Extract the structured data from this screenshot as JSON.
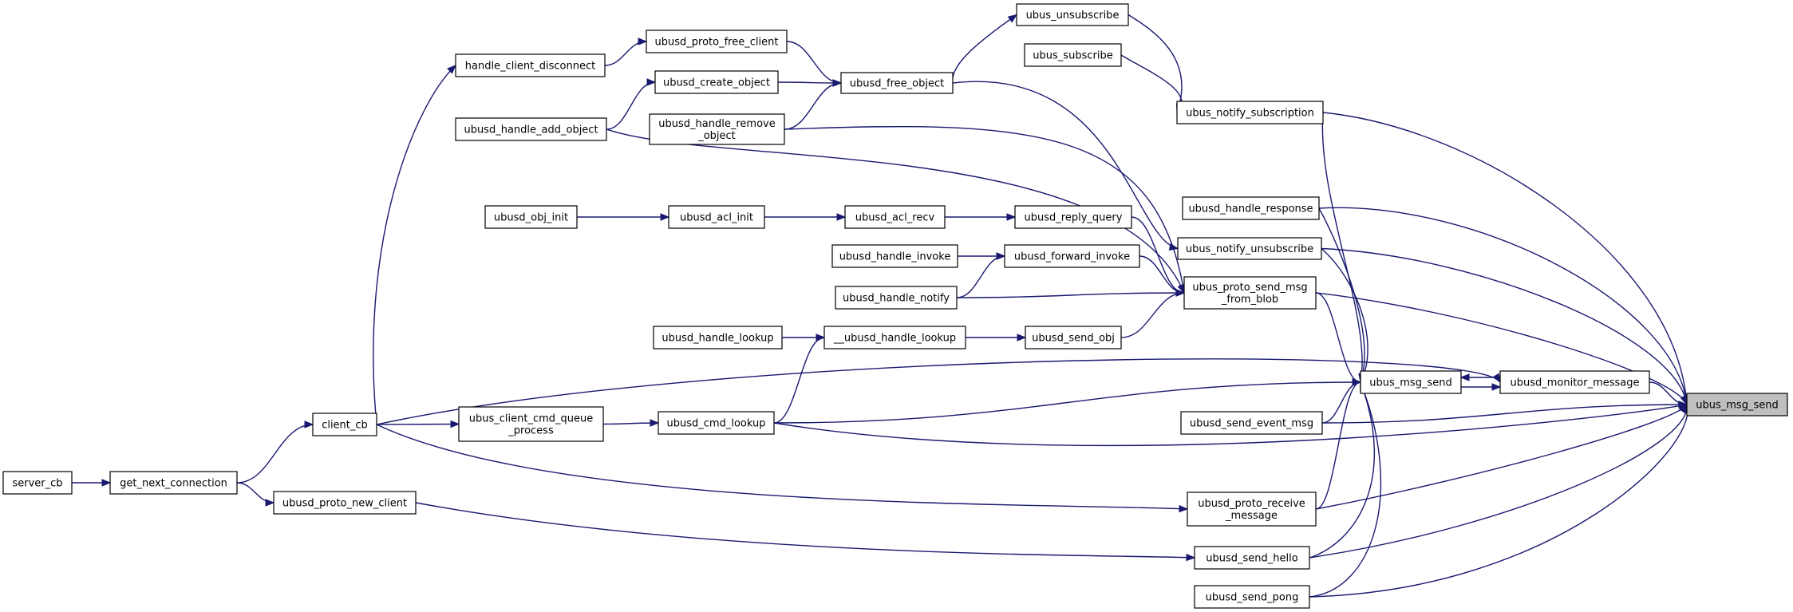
{
  "graph": {
    "direction": "callers-of",
    "edge_color": "#191970",
    "root_fill": "#bfbfbf",
    "nodes": [
      {
        "id": "ubus_msg_send",
        "label": "ubus_msg_send",
        "root": true
      },
      {
        "id": "ubus_unsubscribe",
        "label": "ubus_unsubscribe"
      },
      {
        "id": "ubus_subscribe",
        "label": "ubus_subscribe"
      },
      {
        "id": "ubus_notify_subscription",
        "label": "ubus_notify_subscription"
      },
      {
        "id": "ubusd_proto_free_client",
        "label": "ubusd_proto_free_client"
      },
      {
        "id": "handle_client_disconnect",
        "label": "handle_client_disconnect"
      },
      {
        "id": "ubusd_create_object",
        "label": "ubusd_create_object"
      },
      {
        "id": "ubusd_free_object",
        "label": "ubusd_free_object"
      },
      {
        "id": "ubusd_handle_add_object",
        "label": "ubusd_handle_add_object"
      },
      {
        "id": "ubusd_handle_remove_object",
        "label": "ubusd_handle_remove\n_object"
      },
      {
        "id": "ubusd_obj_init",
        "label": "ubusd_obj_init"
      },
      {
        "id": "ubusd_acl_init",
        "label": "ubusd_acl_init"
      },
      {
        "id": "ubusd_acl_recv",
        "label": "ubusd_acl_recv"
      },
      {
        "id": "ubusd_reply_query",
        "label": "ubusd_reply_query"
      },
      {
        "id": "ubusd_handle_response",
        "label": "ubusd_handle_response"
      },
      {
        "id": "ubus_notify_unsubscribe",
        "label": "ubus_notify_unsubscribe"
      },
      {
        "id": "ubusd_handle_invoke",
        "label": "ubusd_handle_invoke"
      },
      {
        "id": "ubusd_forward_invoke",
        "label": "ubusd_forward_invoke"
      },
      {
        "id": "ubusd_handle_notify",
        "label": "ubusd_handle_notify"
      },
      {
        "id": "ubus_proto_send_msg_from_blob",
        "label": "ubus_proto_send_msg\n_from_blob"
      },
      {
        "id": "ubusd_handle_lookup",
        "label": "ubusd_handle_lookup"
      },
      {
        "id": "__ubusd_handle_lookup",
        "label": "__ubusd_handle_lookup"
      },
      {
        "id": "ubusd_send_obj",
        "label": "ubusd_send_obj"
      },
      {
        "id": "client_cb",
        "label": "client_cb"
      },
      {
        "id": "ubus_msg_send_mid",
        "label": "ubus_msg_send"
      },
      {
        "id": "ubusd_monitor_message",
        "label": "ubusd_monitor_message"
      },
      {
        "id": "ubus_client_cmd_queue_process",
        "label": "ubus_client_cmd_queue\n_process"
      },
      {
        "id": "ubusd_cmd_lookup",
        "label": "ubusd_cmd_lookup"
      },
      {
        "id": "ubusd_send_event_msg",
        "label": "ubusd_send_event_msg"
      },
      {
        "id": "server_cb",
        "label": "server_cb"
      },
      {
        "id": "get_next_connection",
        "label": "get_next_connection"
      },
      {
        "id": "ubusd_proto_new_client",
        "label": "ubusd_proto_new_client"
      },
      {
        "id": "ubusd_proto_receive_message",
        "label": "ubusd_proto_receive\n_message"
      },
      {
        "id": "ubusd_send_hello",
        "label": "ubusd_send_hello"
      },
      {
        "id": "ubusd_send_pong",
        "label": "ubusd_send_pong"
      }
    ],
    "edges": [
      {
        "from": "ubus_notify_subscription",
        "to": "ubus_msg_send"
      },
      {
        "from": "ubusd_handle_response",
        "to": "ubus_msg_send"
      },
      {
        "from": "ubus_notify_unsubscribe",
        "to": "ubus_msg_send"
      },
      {
        "from": "ubus_proto_send_msg_from_blob",
        "to": "ubus_msg_send"
      },
      {
        "from": "ubusd_monitor_message",
        "to": "ubus_msg_send"
      },
      {
        "from": "ubusd_send_event_msg",
        "to": "ubus_msg_send"
      },
      {
        "from": "ubusd_cmd_lookup",
        "to": "ubus_msg_send"
      },
      {
        "from": "ubusd_proto_receive_message",
        "to": "ubus_msg_send"
      },
      {
        "from": "ubusd_send_hello",
        "to": "ubus_msg_send"
      },
      {
        "from": "ubusd_send_pong",
        "to": "ubus_msg_send"
      },
      {
        "from": "ubus_unsubscribe",
        "to": "ubus_notify_subscription"
      },
      {
        "from": "ubus_subscribe",
        "to": "ubus_notify_subscription"
      },
      {
        "from": "ubusd_free_object",
        "to": "ubus_unsubscribe"
      },
      {
        "from": "ubusd_proto_free_client",
        "to": "ubusd_free_object"
      },
      {
        "from": "ubusd_create_object",
        "to": "ubusd_free_object"
      },
      {
        "from": "ubusd_handle_remove_object",
        "to": "ubusd_free_object"
      },
      {
        "from": "handle_client_disconnect",
        "to": "ubusd_proto_free_client"
      },
      {
        "from": "ubusd_handle_add_object",
        "to": "ubusd_create_object"
      },
      {
        "from": "client_cb",
        "to": "handle_client_disconnect"
      },
      {
        "from": "ubusd_free_object",
        "to": "ubus_notify_unsubscribe"
      },
      {
        "from": "ubusd_handle_remove_object",
        "to": "ubus_proto_send_msg_from_blob"
      },
      {
        "from": "ubusd_handle_add_object",
        "to": "ubus_proto_send_msg_from_blob"
      },
      {
        "from": "ubusd_obj_init",
        "to": "ubusd_acl_init"
      },
      {
        "from": "ubusd_acl_init",
        "to": "ubusd_acl_recv"
      },
      {
        "from": "ubusd_acl_recv",
        "to": "ubusd_reply_query"
      },
      {
        "from": "ubusd_reply_query",
        "to": "ubus_proto_send_msg_from_blob"
      },
      {
        "from": "ubusd_handle_invoke",
        "to": "ubusd_forward_invoke"
      },
      {
        "from": "ubusd_handle_notify",
        "to": "ubusd_forward_invoke"
      },
      {
        "from": "ubusd_forward_invoke",
        "to": "ubus_proto_send_msg_from_blob"
      },
      {
        "from": "ubusd_handle_notify",
        "to": "ubus_proto_send_msg_from_blob"
      },
      {
        "from": "ubusd_handle_lookup",
        "to": "__ubusd_handle_lookup"
      },
      {
        "from": "__ubusd_handle_lookup",
        "to": "ubusd_send_obj"
      },
      {
        "from": "ubusd_send_obj",
        "to": "ubus_proto_send_msg_from_blob"
      },
      {
        "from": "ubusd_cmd_lookup",
        "to": "__ubusd_handle_lookup"
      },
      {
        "from": "ubus_notify_subscription",
        "to": "ubus_msg_send_mid"
      },
      {
        "from": "ubusd_handle_response",
        "to": "ubus_msg_send_mid"
      },
      {
        "from": "ubus_notify_unsubscribe",
        "to": "ubus_msg_send_mid"
      },
      {
        "from": "ubus_proto_send_msg_from_blob",
        "to": "ubus_msg_send_mid"
      },
      {
        "from": "ubusd_monitor_message",
        "to": "ubus_msg_send_mid"
      },
      {
        "from": "ubus_msg_send_mid",
        "to": "ubusd_monitor_message"
      },
      {
        "from": "client_cb",
        "to": "ubusd_monitor_message"
      },
      {
        "from": "ubusd_cmd_lookup",
        "to": "ubus_msg_send_mid"
      },
      {
        "from": "ubusd_send_event_msg",
        "to": "ubus_msg_send_mid"
      },
      {
        "from": "ubusd_proto_receive_message",
        "to": "ubus_msg_send_mid"
      },
      {
        "from": "ubusd_send_hello",
        "to": "ubus_msg_send_mid"
      },
      {
        "from": "ubusd_send_pong",
        "to": "ubus_msg_send_mid"
      },
      {
        "from": "client_cb",
        "to": "ubus_client_cmd_queue_process"
      },
      {
        "from": "ubus_client_cmd_queue_process",
        "to": "ubusd_cmd_lookup"
      },
      {
        "from": "client_cb",
        "to": "ubusd_proto_receive_message"
      },
      {
        "from": "server_cb",
        "to": "get_next_connection"
      },
      {
        "from": "get_next_connection",
        "to": "client_cb"
      },
      {
        "from": "get_next_connection",
        "to": "ubusd_proto_new_client"
      },
      {
        "from": "ubusd_proto_new_client",
        "to": "ubusd_send_hello"
      }
    ]
  }
}
